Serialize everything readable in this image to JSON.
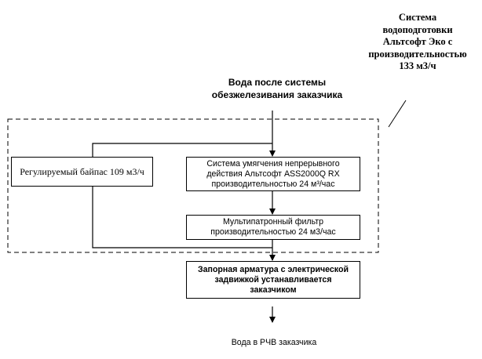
{
  "system_caption": {
    "line1": "Система",
    "line2": "водоподготовки",
    "line3": "Альтсофт Эко с",
    "line4": "производительностью",
    "line5": "133 м3/ч"
  },
  "source": {
    "line1": "Вода после системы",
    "line2": "обезжелезивания заказчика"
  },
  "bypass": {
    "label": "Регулируемый байпас 109 м3/ч"
  },
  "softener": {
    "line1": "Система умягчения непрерывного",
    "line2": "действия Альтсофт ASS2000Q RX",
    "line3": "производительностью 24 м³/час"
  },
  "filter": {
    "line1": "Мультипатронный фильтр",
    "line2": "производительностью 24 м3/час"
  },
  "valve": {
    "line1": "Запорная арматура с электрической",
    "line2": "задвижкой устанавливается",
    "line3": "заказчиком"
  },
  "output": {
    "label": "Вода в РЧВ заказчика"
  },
  "colors": {
    "line": "#000000",
    "background": "#ffffff"
  }
}
